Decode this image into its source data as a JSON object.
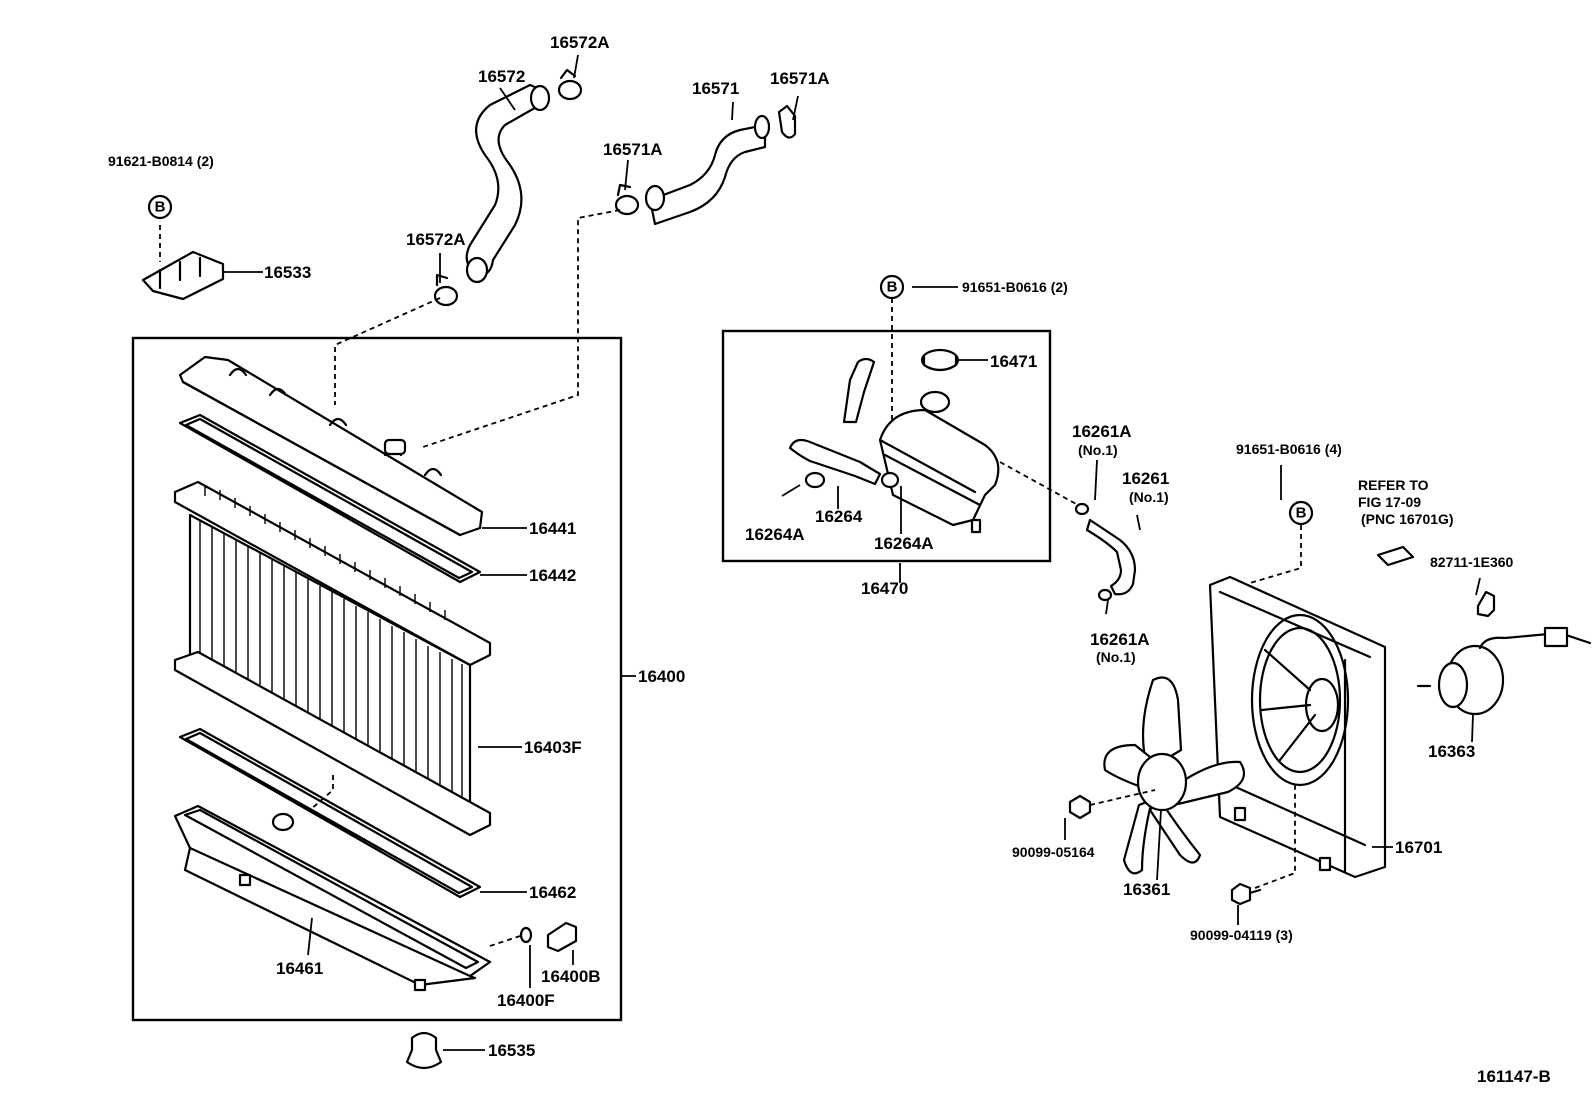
{
  "diagram_id": "161147-B",
  "callout_letter": "B",
  "labels": {
    "p16572A_top": "16572A",
    "p16572": "16572",
    "p16571": "16571",
    "p16571A_top": "16571A",
    "p16571A_mid": "16571A",
    "p91621": "91621-B0814 (2)",
    "p16533": "16533",
    "p16572A_low": "16572A",
    "p91651_a": "91651-B0616 (2)",
    "p16471": "16471",
    "p16261A_top": "16261A",
    "p16261A_top_no": "(No.1)",
    "p16261": "16261",
    "p16261_no": "(No.1)",
    "p91651_b": "91651-B0616 (4)",
    "refer_1": "REFER  TO",
    "refer_2": "FIG  17-09",
    "refer_3": "(PNC  16701G)",
    "p82711": "82711-1E360",
    "p16264A_left": "16264A",
    "p16264": "16264",
    "p16264A_right": "16264A",
    "p16470": "16470",
    "p16261A_low": "16261A",
    "p16261A_low_no": "(No.1)",
    "p16441": "16441",
    "p16442": "16442",
    "p16400": "16400",
    "p16403F": "16403F",
    "p16363": "16363",
    "p90099_05164": "90099-05164",
    "p16361": "16361",
    "p16701": "16701",
    "p16462": "16462",
    "p16461": "16461",
    "p16400B": "16400B",
    "p16400F": "16400F",
    "p90099_04119": "90099-04119 (3)",
    "p16535": "16535"
  }
}
